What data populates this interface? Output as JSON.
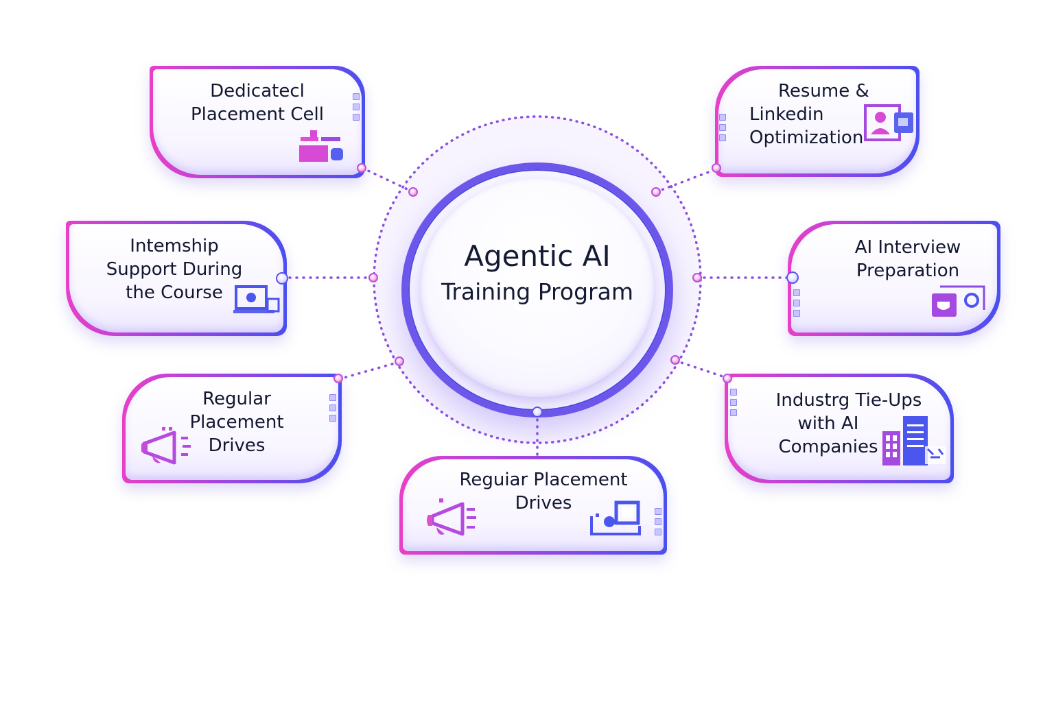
{
  "hub": {
    "title": "Agentic AI",
    "subtitle": "Training Program"
  },
  "nodes": [
    {
      "id": "dedicated-placement-cell",
      "lines": [
        "Dedicatecl",
        "Placement Cell"
      ],
      "icon": "office-desk-icon"
    },
    {
      "id": "resume-linkedin",
      "lines": [
        "Resume &",
        "Linkedin",
        "Optimization"
      ],
      "icon": "profile-card-icon"
    },
    {
      "id": "internship-support",
      "lines": [
        "Intemship",
        "Support During",
        "the Course"
      ],
      "icon": "laptop-coffee-icon"
    },
    {
      "id": "ai-interview-prep",
      "lines": [
        "AI Interview",
        "Preparation"
      ],
      "icon": "coffee-chat-icon"
    },
    {
      "id": "regular-placement-drives-left",
      "lines": [
        "Regular",
        "Placement",
        "Drives"
      ],
      "icon": "megaphone-icon"
    },
    {
      "id": "industry-tieups",
      "lines": [
        "Industrg Tie-Ups",
        "with AI",
        "Companies"
      ],
      "icon": "buildings-icon"
    },
    {
      "id": "regular-placement-drives-bottom",
      "lines": [
        "Reguiar Placement",
        "Drives"
      ],
      "icon": "megaphone-icon"
    }
  ],
  "colors": {
    "accent_pink": "#e83fc7",
    "accent_purple": "#a245e0",
    "accent_blue": "#4a4ff0",
    "connector": "#8a4fe0",
    "text": "#141a33"
  }
}
